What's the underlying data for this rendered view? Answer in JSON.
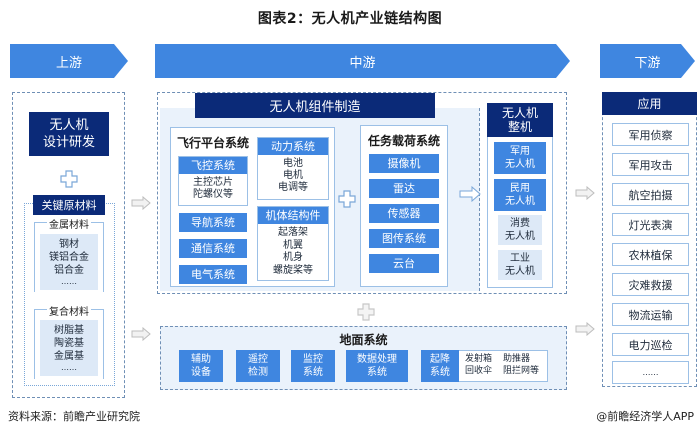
{
  "title": "图表2：无人机产业链结构图",
  "stages": {
    "upstream": "上游",
    "midstream": "中游",
    "downstream": "下游"
  },
  "upstream": {
    "design": "无人机\n设计研发",
    "materials_header": "关键原材料",
    "metal": {
      "label": "金属材料",
      "items": [
        "钢材",
        "镁铝合金",
        "铝合金",
        "……"
      ]
    },
    "composite": {
      "label": "复合材料",
      "items": [
        "树脂基",
        "陶瓷基",
        "金属基",
        "……"
      ]
    }
  },
  "midstream": {
    "components_header": "无人机组件制造",
    "flight_platform": {
      "label": "飞行平台系统",
      "flight_control": {
        "label": "飞控系统",
        "detail": "主控芯片\n陀螺仪等"
      },
      "navigation": "导航系统",
      "communication": "通信系统",
      "electrical": "电气系统",
      "power": {
        "label": "动力系统",
        "detail": "电池\n电机\n电调等"
      },
      "airframe": {
        "label": "机体结构件",
        "detail": "起落架\n机翼\n机身\n螺旋桨等"
      }
    },
    "payload": {
      "label": "任务载荷系统",
      "items": [
        "摄像机",
        "雷达",
        "传感器",
        "图传系统",
        "云台"
      ]
    },
    "complete_uav": {
      "header": "无人机\n整机",
      "military": "军用\n无人机",
      "civil": "民用\n无人机",
      "consumer": "消费\n无人机",
      "industrial": "工业\n无人机"
    },
    "ground": {
      "label": "地面系统",
      "items": [
        "辅助\n设备",
        "遥控\n检测",
        "监控\n系统",
        "数据处理\n系统"
      ],
      "launch_recovery": {
        "label": "起降\n系统",
        "details": [
          "发射箱\n回收伞",
          "助推器\n阻拦网等"
        ]
      }
    }
  },
  "downstream": {
    "header": "应用",
    "items": [
      "军用侦察",
      "军用攻击",
      "航空拍摄",
      "灯光表演",
      "农林植保",
      "灾难救援",
      "物流运输",
      "电力巡检",
      "……"
    ]
  },
  "footer": {
    "source": "资料来源：前瞻产业研究院",
    "credit": "@前瞻经济学人APP"
  },
  "colors": {
    "stage_blue": "#3f86e0",
    "navy": "#0b2a78",
    "pale_blue": "#dde9f7",
    "panel": "#eaf2fb"
  }
}
